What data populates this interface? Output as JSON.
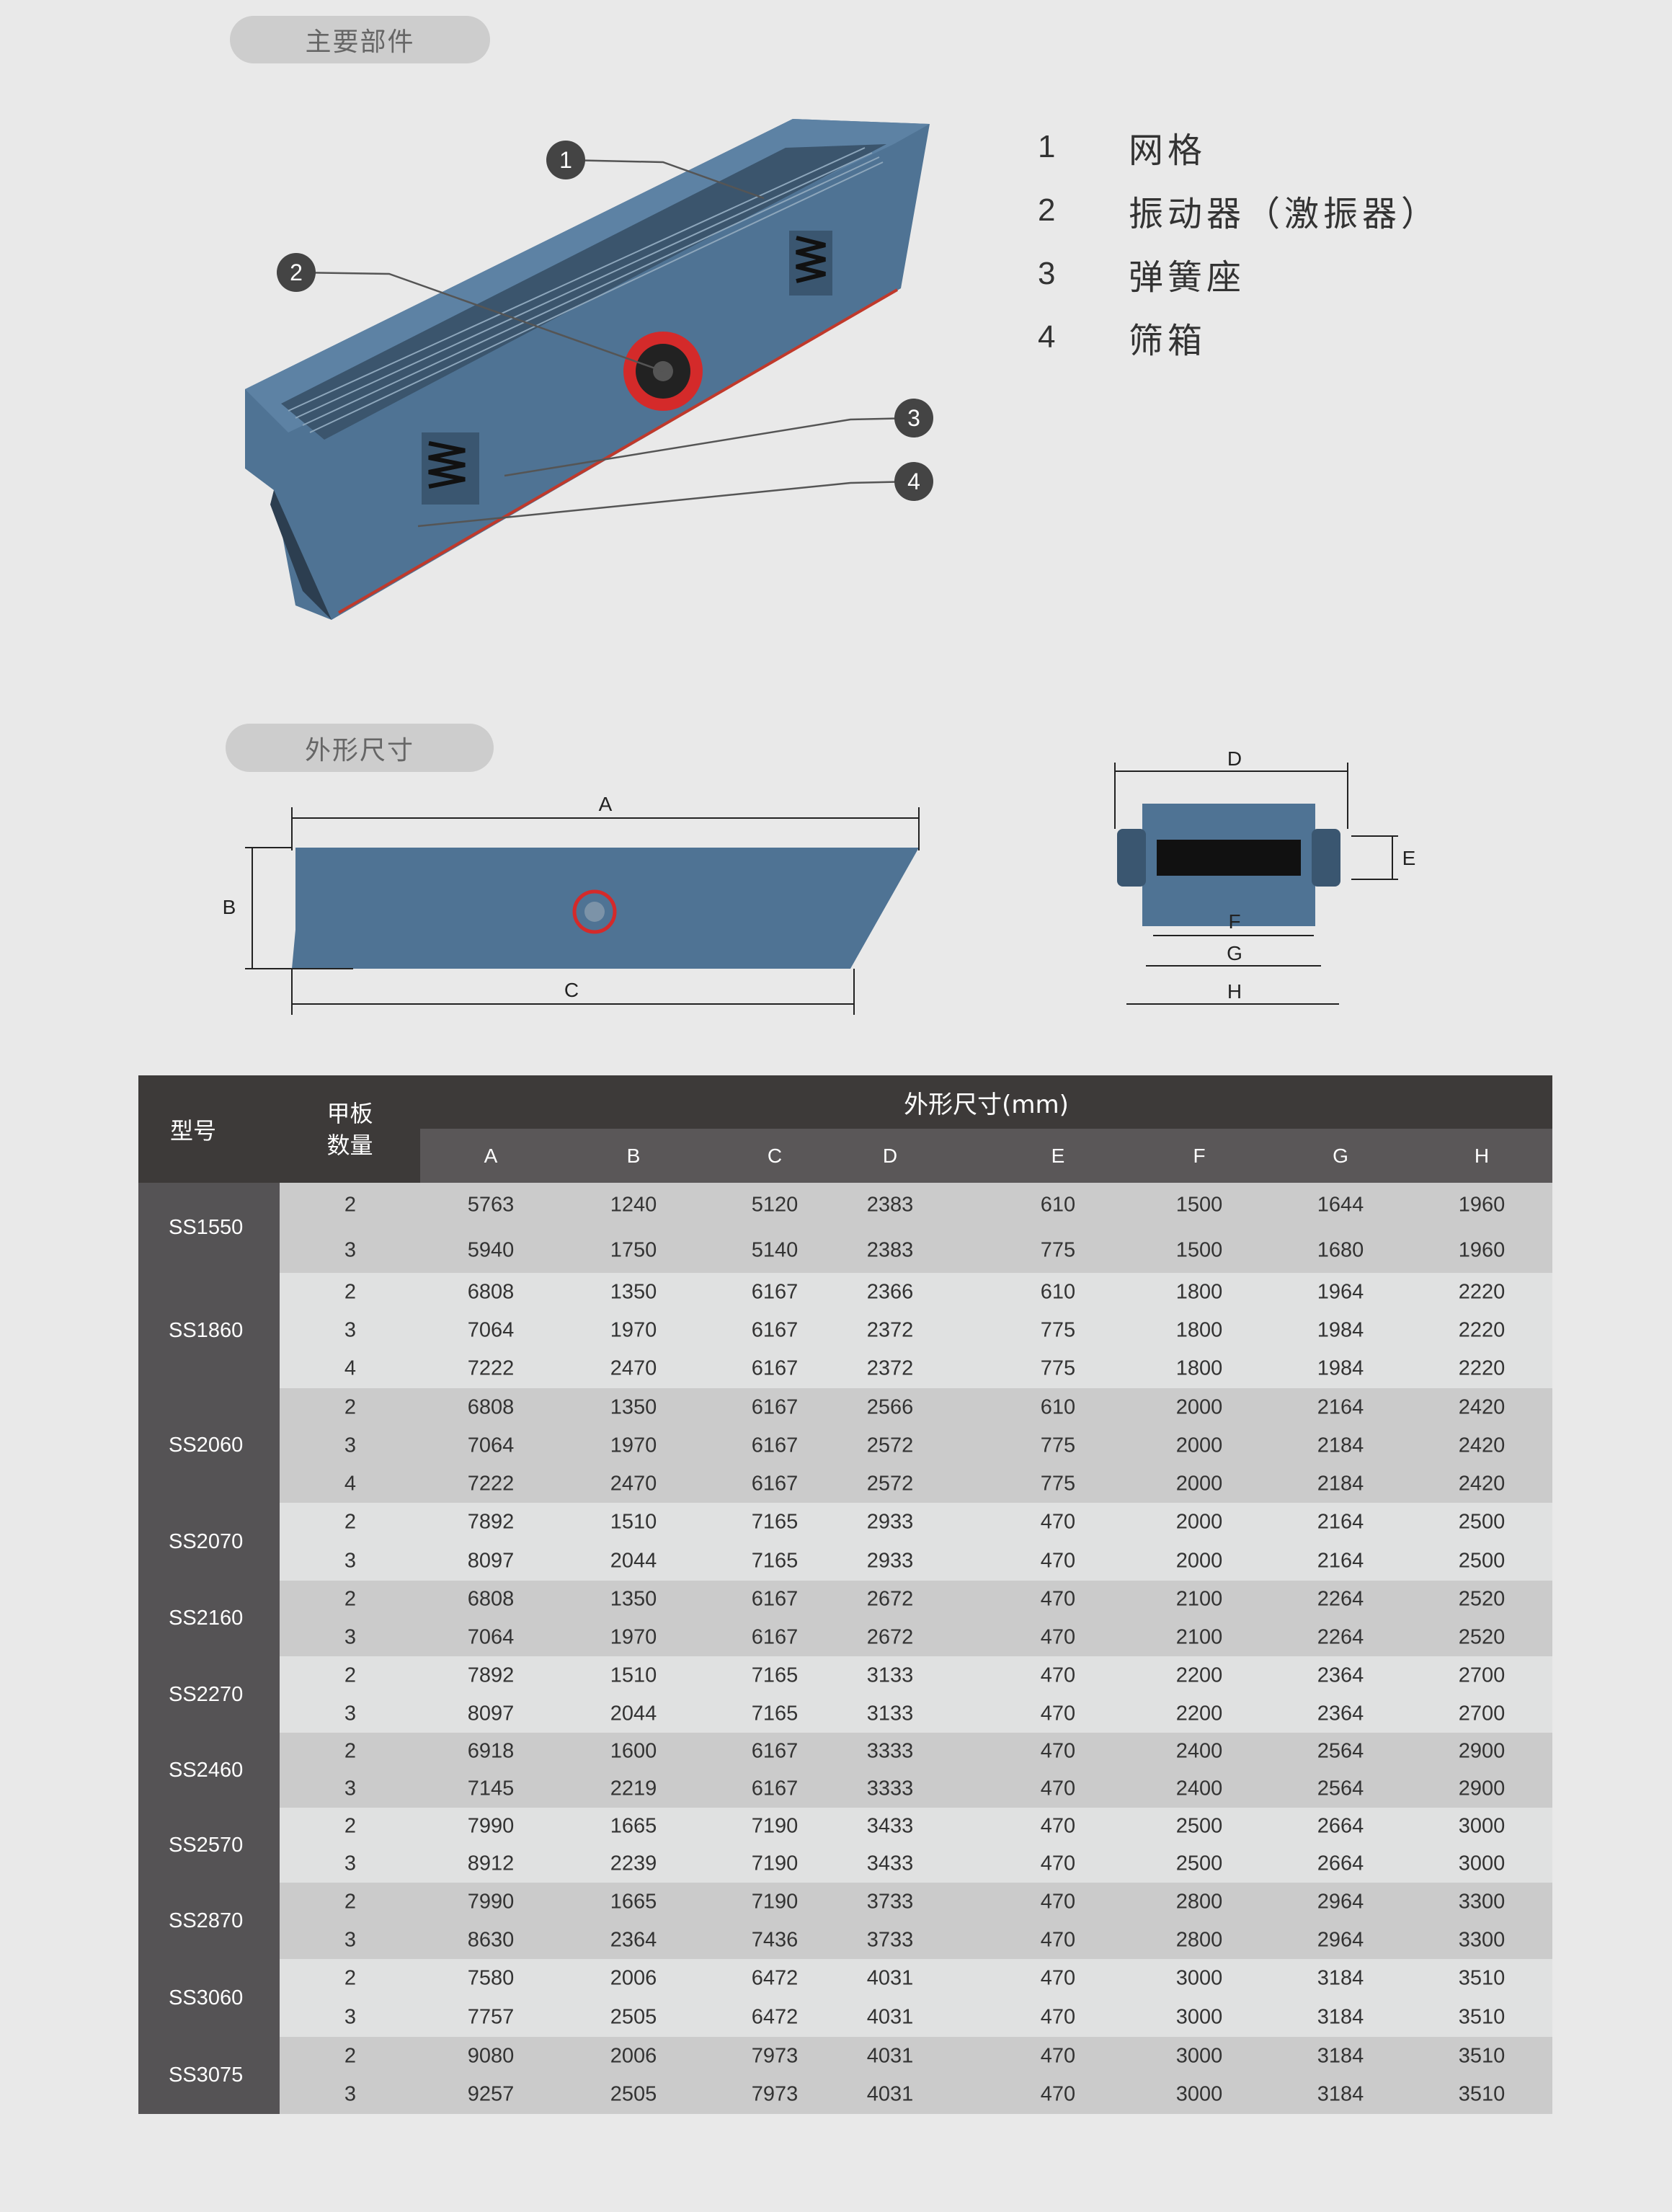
{
  "section1": {
    "title": "主要部件"
  },
  "callouts": [
    "1",
    "2",
    "3",
    "4"
  ],
  "legend": [
    {
      "num": "1",
      "label": "网格"
    },
    {
      "num": "2",
      "label": "振动器（激振器）"
    },
    {
      "num": "3",
      "label": "弹簧座"
    },
    {
      "num": "4",
      "label": "筛箱"
    }
  ],
  "section2": {
    "title": "外形尺寸"
  },
  "dimension_labels": {
    "A": "A",
    "B": "B",
    "C": "C",
    "D": "D",
    "E": "E",
    "F": "F",
    "G": "G",
    "H": "H"
  },
  "colors": {
    "machine": "#4f7394",
    "header": "#3d3a39",
    "subheader": "#5a5758",
    "model_col": "#555355",
    "row_light": "#e0e1e1",
    "row_dark": "#cbcbcb",
    "exciter": "#d42a2a"
  },
  "table": {
    "col_model": "型号",
    "col_count_line1": "甲板",
    "col_count_line2": "数量",
    "col_dims": "外形尺寸(mm)",
    "dim_columns": [
      "A",
      "B",
      "C",
      "D",
      "E",
      "F",
      "G",
      "H"
    ],
    "groups": [
      {
        "model": "SS1550",
        "rows": [
          [
            "2",
            "5763",
            "1240",
            "5120",
            "2383",
            "610",
            "1500",
            "1644",
            "1960"
          ],
          [
            "3",
            "5940",
            "1750",
            "5140",
            "2383",
            "775",
            "1500",
            "1680",
            "1960"
          ]
        ]
      },
      {
        "model": "SS1860",
        "rows": [
          [
            "2",
            "6808",
            "1350",
            "6167",
            "2366",
            "610",
            "1800",
            "1964",
            "2220"
          ],
          [
            "3",
            "7064",
            "1970",
            "6167",
            "2372",
            "775",
            "1800",
            "1984",
            "2220"
          ],
          [
            "4",
            "7222",
            "2470",
            "6167",
            "2372",
            "775",
            "1800",
            "1984",
            "2220"
          ]
        ]
      },
      {
        "model": "SS2060",
        "rows": [
          [
            "2",
            "6808",
            "1350",
            "6167",
            "2566",
            "610",
            "2000",
            "2164",
            "2420"
          ],
          [
            "3",
            "7064",
            "1970",
            "6167",
            "2572",
            "775",
            "2000",
            "2184",
            "2420"
          ],
          [
            "4",
            "7222",
            "2470",
            "6167",
            "2572",
            "775",
            "2000",
            "2184",
            "2420"
          ]
        ]
      },
      {
        "model": "SS2070",
        "rows": [
          [
            "2",
            "7892",
            "1510",
            "7165",
            "2933",
            "470",
            "2000",
            "2164",
            "2500"
          ],
          [
            "3",
            "8097",
            "2044",
            "7165",
            "2933",
            "470",
            "2000",
            "2164",
            "2500"
          ]
        ]
      },
      {
        "model": "SS2160",
        "rows": [
          [
            "2",
            "6808",
            "1350",
            "6167",
            "2672",
            "470",
            "2100",
            "2264",
            "2520"
          ],
          [
            "3",
            "7064",
            "1970",
            "6167",
            "2672",
            "470",
            "2100",
            "2264",
            "2520"
          ]
        ]
      },
      {
        "model": "SS2270",
        "rows": [
          [
            "2",
            "7892",
            "1510",
            "7165",
            "3133",
            "470",
            "2200",
            "2364",
            "2700"
          ],
          [
            "3",
            "8097",
            "2044",
            "7165",
            "3133",
            "470",
            "2200",
            "2364",
            "2700"
          ]
        ]
      },
      {
        "model": "SS2460",
        "rows": [
          [
            "2",
            "6918",
            "1600",
            "6167",
            "3333",
            "470",
            "2400",
            "2564",
            "2900"
          ],
          [
            "3",
            "7145",
            "2219",
            "6167",
            "3333",
            "470",
            "2400",
            "2564",
            "2900"
          ]
        ]
      },
      {
        "model": "SS2570",
        "rows": [
          [
            "2",
            "7990",
            "1665",
            "7190",
            "3433",
            "470",
            "2500",
            "2664",
            "3000"
          ],
          [
            "3",
            "8912",
            "2239",
            "7190",
            "3433",
            "470",
            "2500",
            "2664",
            "3000"
          ]
        ]
      },
      {
        "model": "SS2870",
        "rows": [
          [
            "2",
            "7990",
            "1665",
            "7190",
            "3733",
            "470",
            "2800",
            "2964",
            "3300"
          ],
          [
            "3",
            "8630",
            "2364",
            "7436",
            "3733",
            "470",
            "2800",
            "2964",
            "3300"
          ]
        ]
      },
      {
        "model": "SS3060",
        "rows": [
          [
            "2",
            "7580",
            "2006",
            "6472",
            "4031",
            "470",
            "3000",
            "3184",
            "3510"
          ],
          [
            "3",
            "7757",
            "2505",
            "6472",
            "4031",
            "470",
            "3000",
            "3184",
            "3510"
          ]
        ]
      },
      {
        "model": "SS3075",
        "rows": [
          [
            "2",
            "9080",
            "2006",
            "7973",
            "4031",
            "470",
            "3000",
            "3184",
            "3510"
          ],
          [
            "3",
            "9257",
            "2505",
            "7973",
            "4031",
            "470",
            "3000",
            "3184",
            "3510"
          ]
        ]
      }
    ]
  }
}
